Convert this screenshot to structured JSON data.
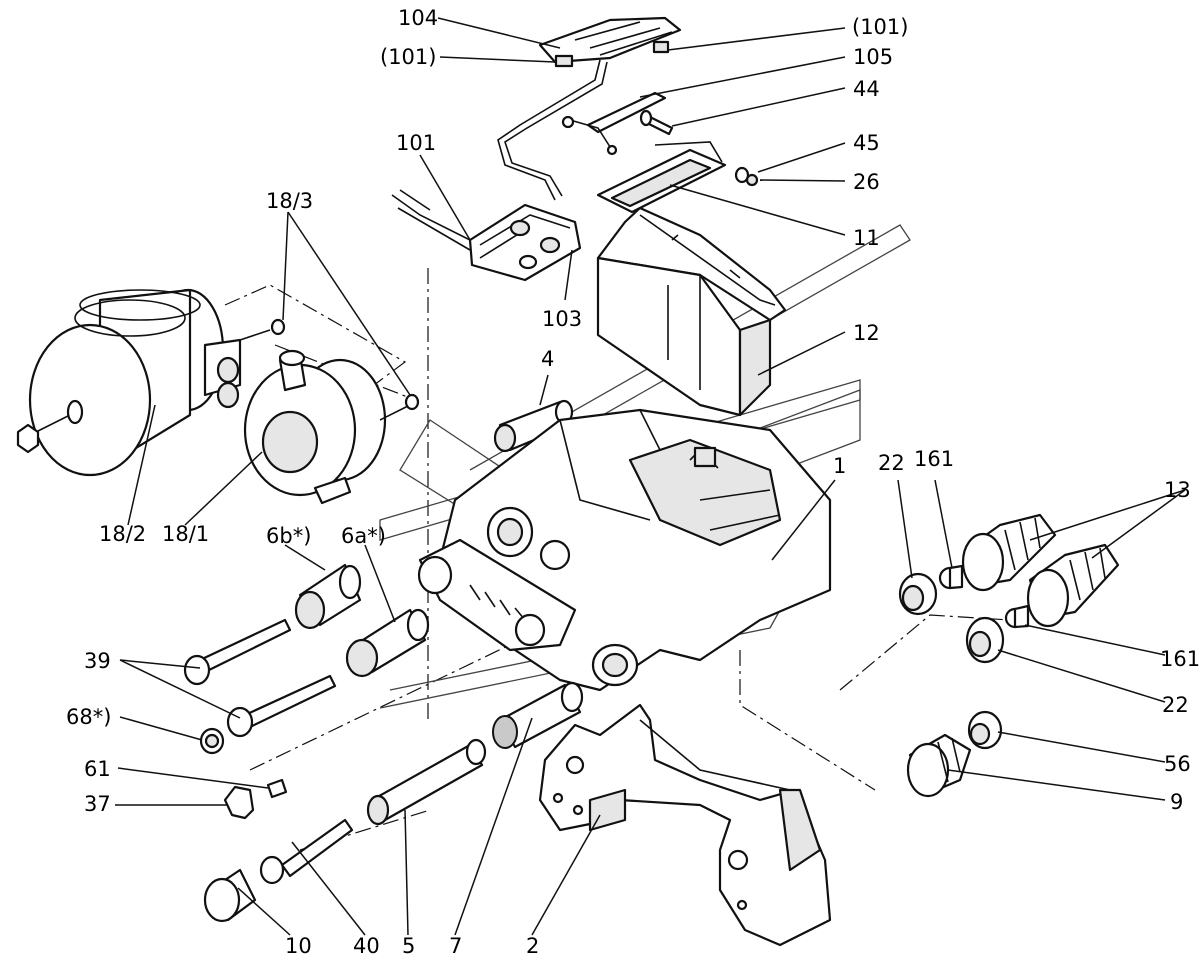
{
  "callouts": {
    "c104": "104",
    "c101a": "(101)",
    "c101b": "(101)",
    "c105": "105",
    "c44": "44",
    "c45": "45",
    "c26": "26",
    "c101": "101",
    "c11": "11",
    "c103": "103",
    "c18_3": "18/3",
    "c12": "12",
    "c4": "4",
    "c1": "1",
    "c22a": "22",
    "c161a": "161",
    "c13": "13",
    "c18_2": "18/2",
    "c18_1": "18/1",
    "c6b": "6b*)",
    "c6a": "6a*)",
    "c39": "39",
    "c161b": "161",
    "c68": "68*)",
    "c22b": "22",
    "c61": "61",
    "c56": "56",
    "c37": "37",
    "c9": "9",
    "c10": "10",
    "c40": "40",
    "c5": "5",
    "c7": "7",
    "c2": "2"
  }
}
